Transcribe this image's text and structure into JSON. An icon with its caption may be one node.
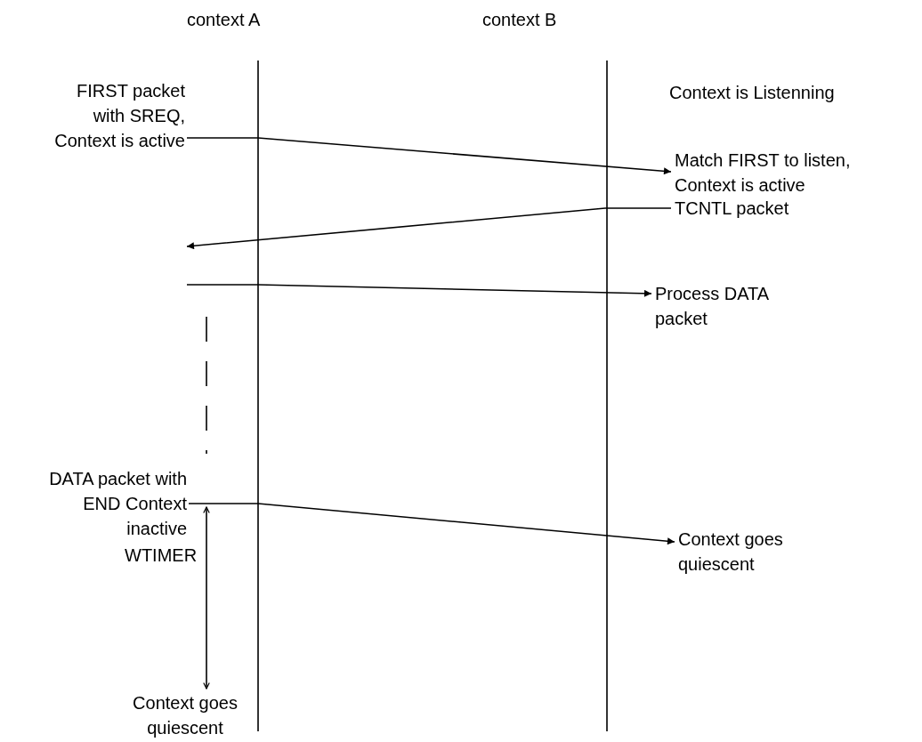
{
  "diagram": {
    "nodes": [
      {
        "text": [
          "FIRST packet with SREQ, Context is active"
        ]
      },
      {
        "text": [
          "Match FIRST to listen, Context is active"
        ]
      },
      {
        "text": [
          "TCNTL packet"
        ]
      },
      {
        "text": [
          "Process DATA packet"
        ]
      },
      {
        "text": [
          "DATA packet with END Context inactive"
        ]
      },
      {
        "text": [
          "Context goes quiescent"
        ]
      }
    ],
    "edges": [
      {
        "from": 0,
        "to": 1,
        "arrow": "to"
      },
      {
        "from": 2,
        "to": null,
        "arrow": "to"
      },
      {
        "from": null,
        "to": 3,
        "arrow": "to"
      },
      {
        "from": 4,
        "to": 5,
        "arrow": "to"
      }
    ],
    "labels": [
      "context A",
      "context B",
      "Context is Listenning",
      "WTIMER",
      "Context goes quiescent"
    ]
  }
}
